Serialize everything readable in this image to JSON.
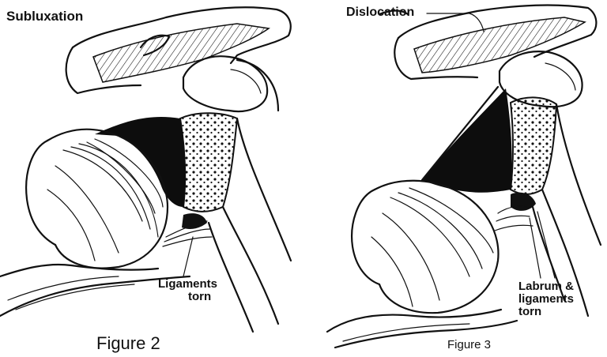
{
  "figures": [
    {
      "title": "Subluxation",
      "annotation": [
        "Ligaments",
        "torn"
      ],
      "caption": "Figure 2"
    },
    {
      "title": "Dislocation",
      "annotation": [
        "Labrum &",
        "ligaments",
        "torn"
      ],
      "caption": "Figure 3"
    }
  ]
}
